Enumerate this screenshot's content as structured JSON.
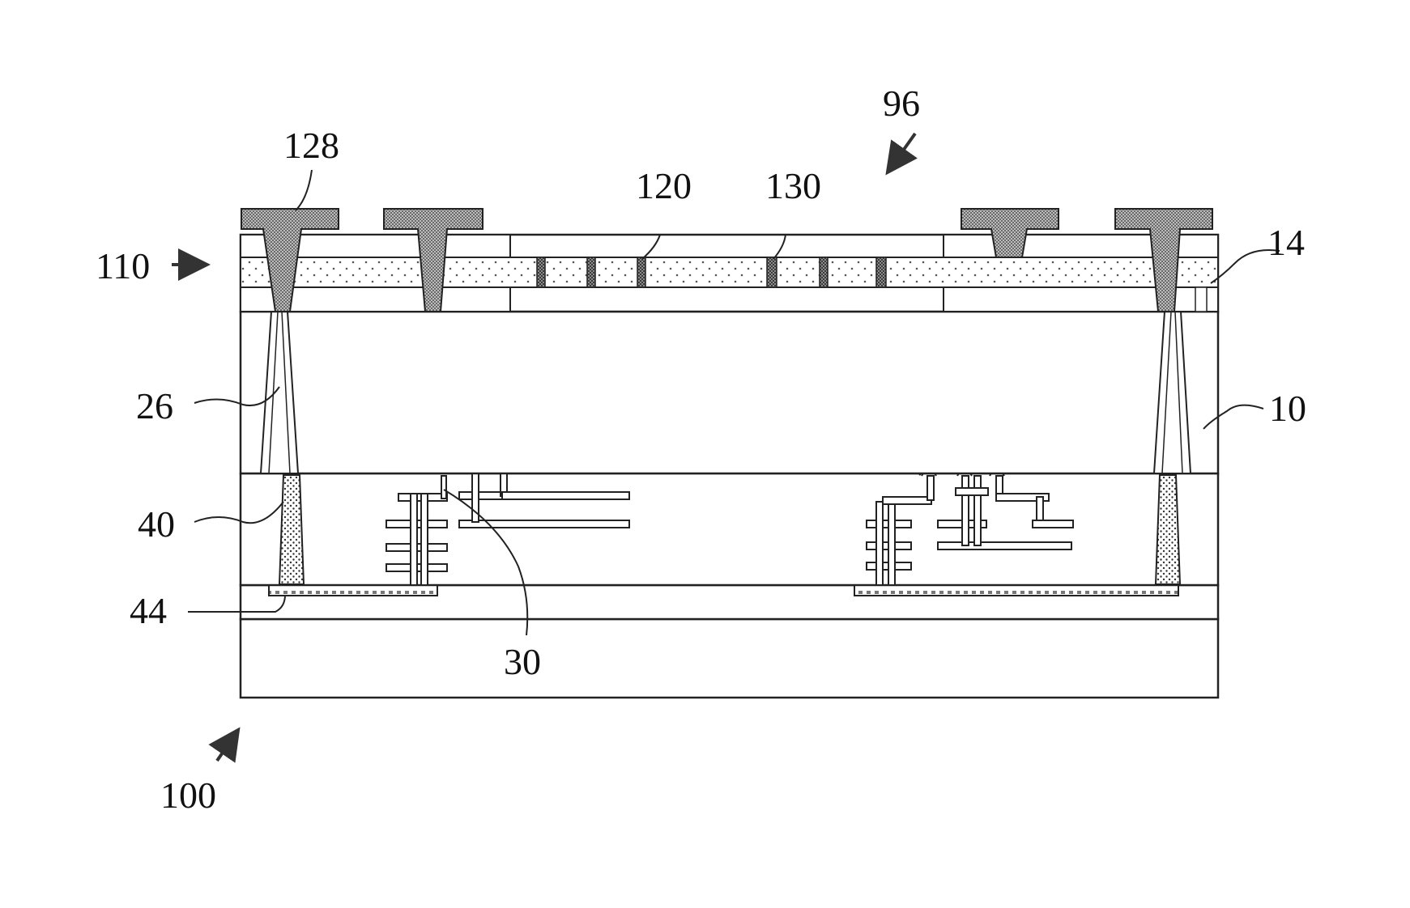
{
  "labels": {
    "l96": "96",
    "l128": "128",
    "l120": "120",
    "l130": "130",
    "l110": "110",
    "l14": "14",
    "l26": "26",
    "l10": "10",
    "l40": "40",
    "l44": "44",
    "l30": "30",
    "l100": "100"
  },
  "colors": {
    "ink": "#222222",
    "pad_fill": "#9a9a9a",
    "dot_layer_bg": "#ffffff",
    "background": "#ffffff"
  }
}
